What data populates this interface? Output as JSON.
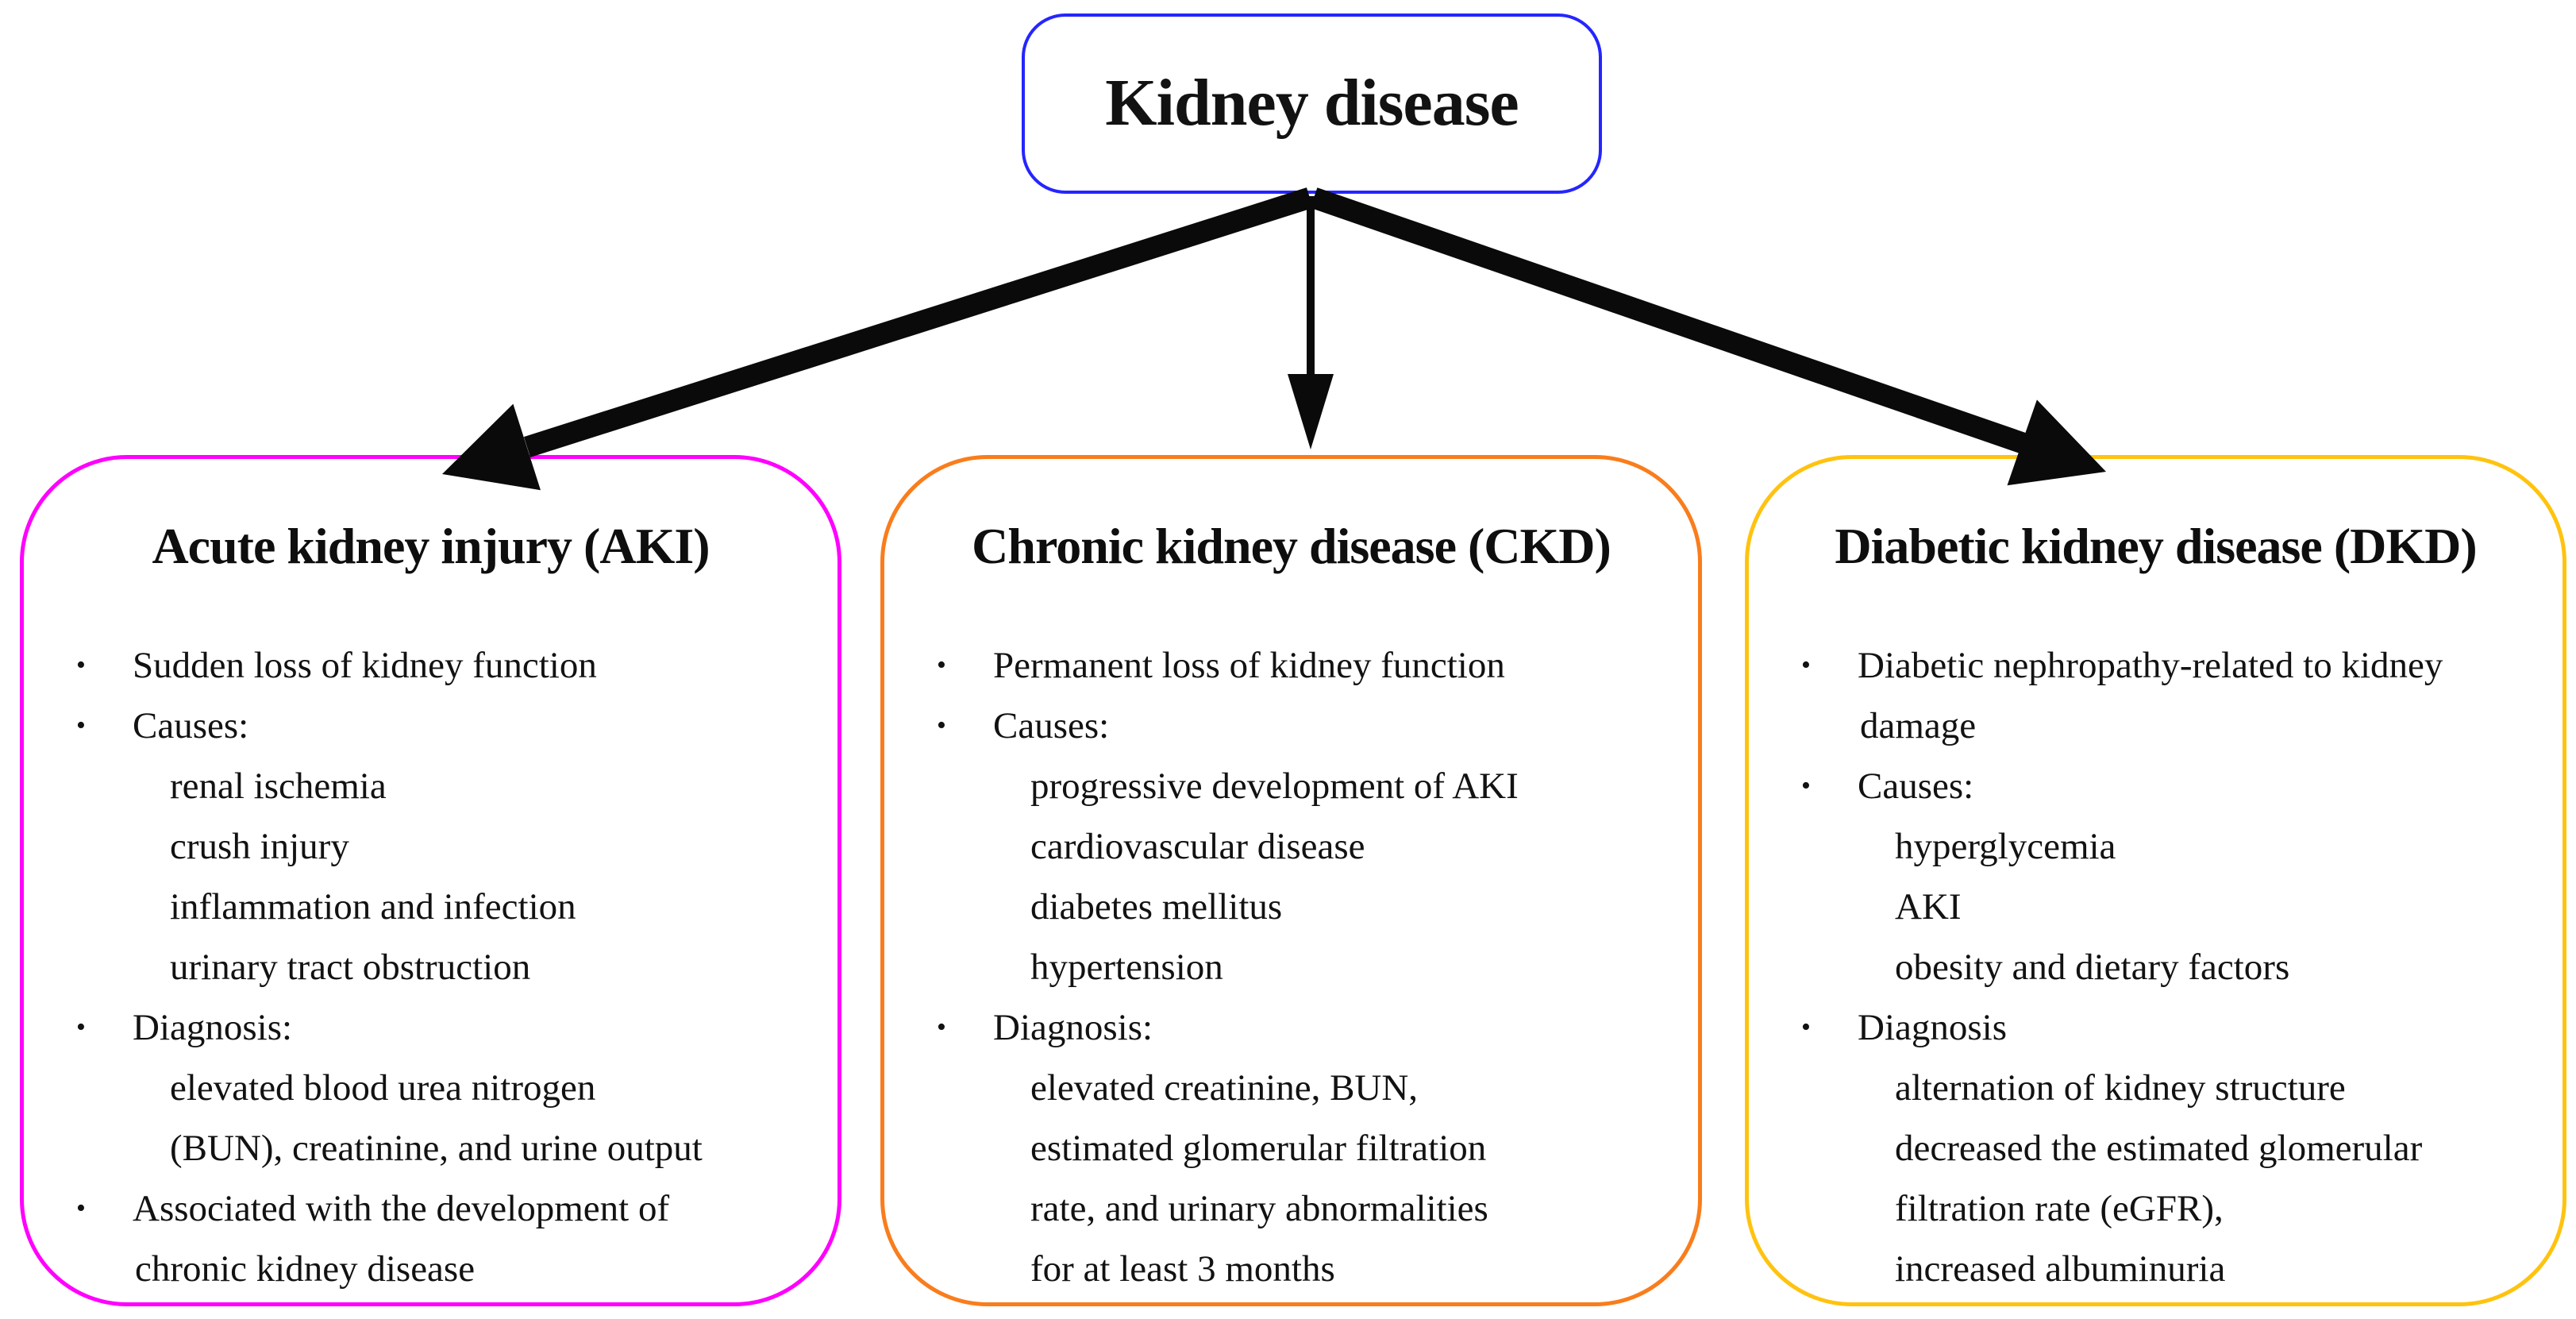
{
  "diagram": {
    "title": "Kidney disease",
    "title_border_color": "#2525ff",
    "arrow_color": "#0a0a0a",
    "boxes": [
      {
        "id": "aki",
        "title": "Acute kidney injury (AKI)",
        "border_color": "#ff00ff",
        "lines": [
          {
            "text": "Sudden loss of kidney function",
            "level": "bullet"
          },
          {
            "text": "Causes:",
            "level": "bullet"
          },
          {
            "text": "renal ischemia",
            "level": "sub"
          },
          {
            "text": "crush injury",
            "level": "sub"
          },
          {
            "text": "inflammation and infection",
            "level": "sub"
          },
          {
            "text": "urinary tract obstruction",
            "level": "sub"
          },
          {
            "text": "Diagnosis:",
            "level": "bullet"
          },
          {
            "text": "elevated blood urea nitrogen",
            "level": "sub"
          },
          {
            "text": "(BUN), creatinine, and urine output",
            "level": "sub"
          },
          {
            "text": "Associated with the development of",
            "level": "bullet"
          },
          {
            "text": "chronic kidney disease",
            "level": "cont"
          }
        ]
      },
      {
        "id": "ckd",
        "title": "Chronic kidney disease (CKD)",
        "border_color": "#f97d1c",
        "lines": [
          {
            "text": "Permanent loss of kidney function",
            "level": "bullet"
          },
          {
            "text": "Causes:",
            "level": "bullet"
          },
          {
            "text": "progressive development of AKI",
            "level": "sub"
          },
          {
            "text": "cardiovascular disease",
            "level": "sub"
          },
          {
            "text": "diabetes mellitus",
            "level": "sub"
          },
          {
            "text": "hypertension",
            "level": "sub"
          },
          {
            "text": "Diagnosis:",
            "level": "bullet"
          },
          {
            "text": "elevated creatinine, BUN,",
            "level": "sub"
          },
          {
            "text": "estimated glomerular filtration",
            "level": "sub"
          },
          {
            "text": "rate, and urinary abnormalities",
            "level": "sub"
          },
          {
            "text": "for at least 3 months",
            "level": "sub"
          }
        ]
      },
      {
        "id": "dkd",
        "title": "Diabetic kidney disease (DKD)",
        "border_color": "#ffc30f",
        "lines": [
          {
            "text": "Diabetic nephropathy-related to kidney",
            "level": "bullet"
          },
          {
            "text": "damage",
            "level": "cont"
          },
          {
            "text": "Causes:",
            "level": "bullet"
          },
          {
            "text": "hyperglycemia",
            "level": "sub"
          },
          {
            "text": "AKI",
            "level": "sub"
          },
          {
            "text": "obesity and dietary factors",
            "level": "sub"
          },
          {
            "text": "Diagnosis",
            "level": "bullet"
          },
          {
            "text": "alternation of kidney structure",
            "level": "sub"
          },
          {
            "text": "decreased the estimated glomerular",
            "level": "sub"
          },
          {
            "text": "filtration rate (eGFR),",
            "level": "sub"
          },
          {
            "text": "increased albuminuria",
            "level": "sub"
          }
        ]
      }
    ]
  }
}
